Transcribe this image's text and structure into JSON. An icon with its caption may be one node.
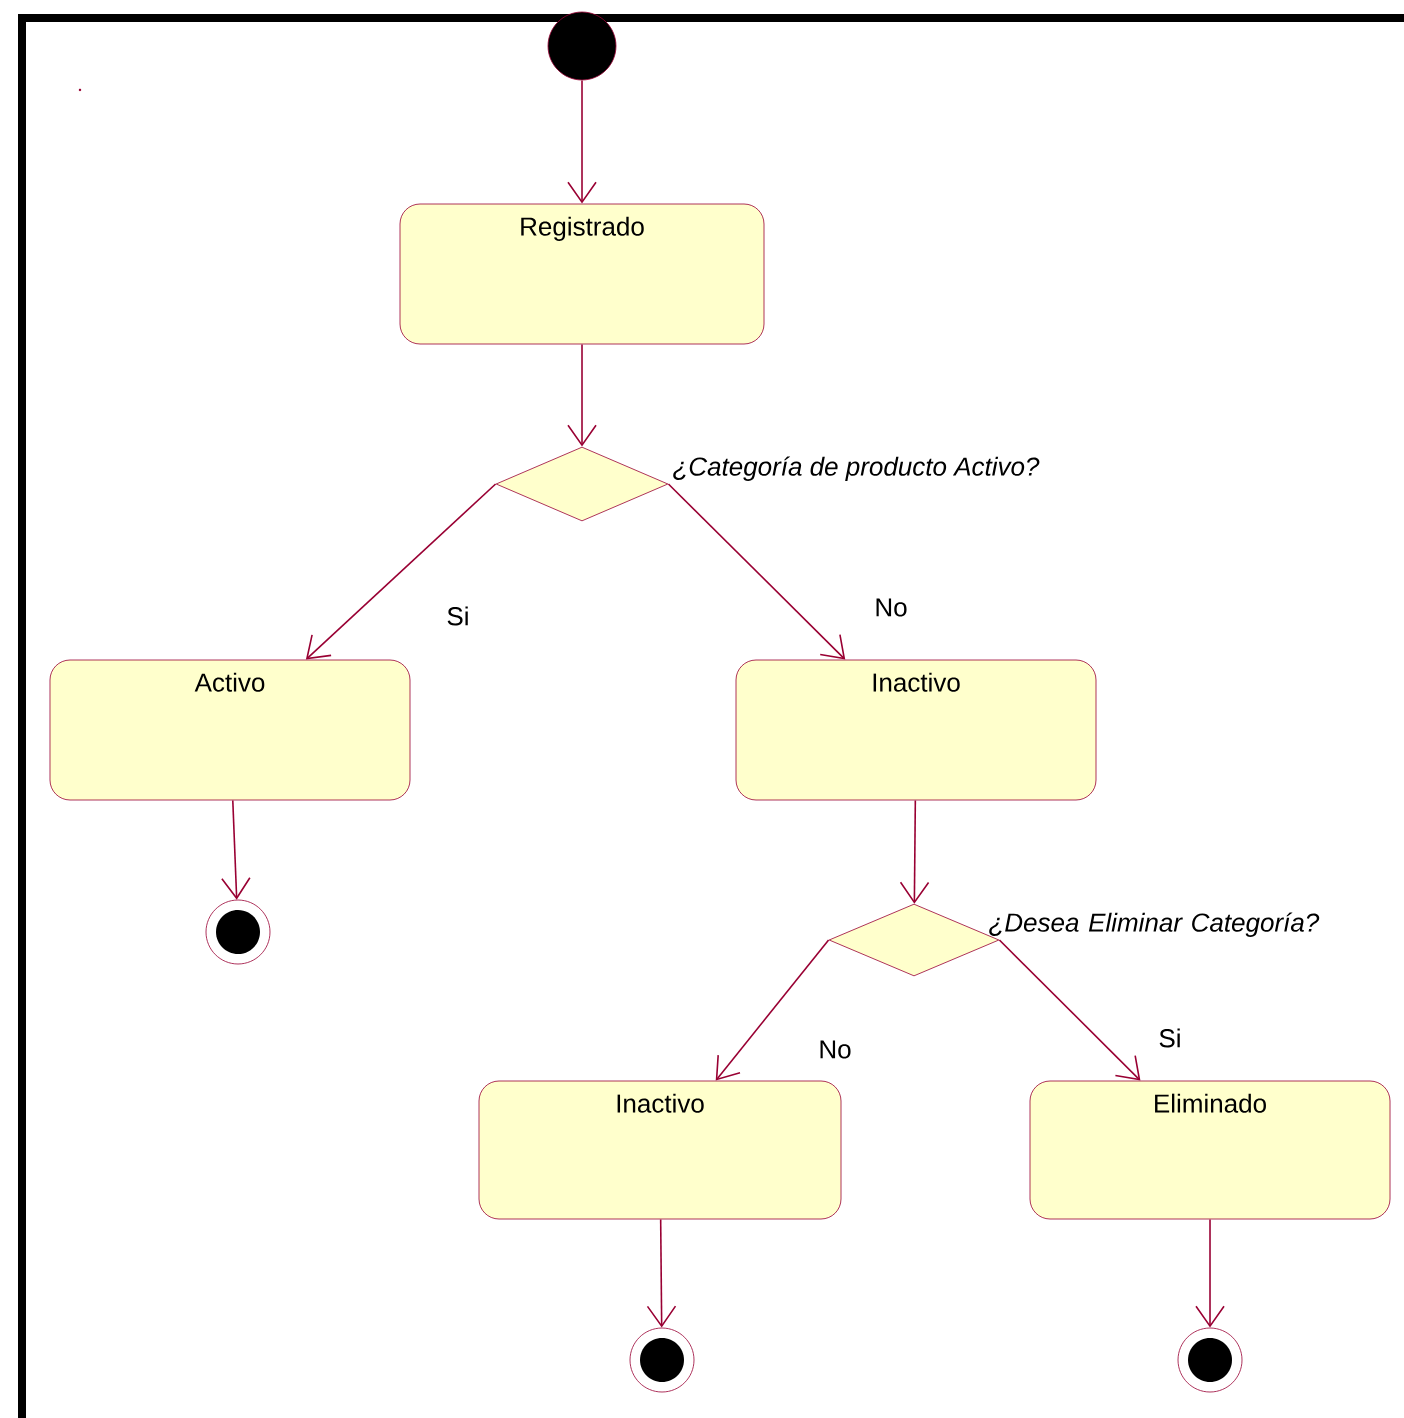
{
  "diagram": {
    "nodes": [
      {
        "text": [],
        "shape": "circle"
      },
      {
        "text": [
          "Registrado"
        ]
      },
      {
        "text": [],
        "shape": "diamond",
        "beside": [
          "¿Categoría de producto Activo?"
        ]
      },
      {
        "text": [
          "Activo"
        ]
      },
      {
        "text": [
          "Inactivo"
        ]
      },
      {
        "text": [],
        "shape": "bullseye"
      },
      {
        "text": [],
        "shape": "diamond",
        "beside": [
          "¿Desea Eliminar Categoría?"
        ]
      },
      {
        "text": [
          "Inactivo"
        ]
      },
      {
        "text": [
          "Eliminado"
        ]
      },
      {
        "text": [],
        "shape": "bullseye"
      },
      {
        "text": [],
        "shape": "bullseye"
      }
    ],
    "edges": [
      {
        "from": 0,
        "to": 1,
        "arrow": "to"
      },
      {
        "from": 1,
        "to": 2,
        "arrow": "to"
      },
      {
        "from": 2,
        "to": 3,
        "arrow": "to",
        "label": "Si"
      },
      {
        "from": 2,
        "to": 4,
        "arrow": "to",
        "label": "No"
      },
      {
        "from": 3,
        "to": 5,
        "arrow": "to"
      },
      {
        "from": 4,
        "to": 6,
        "arrow": "to"
      },
      {
        "from": 6,
        "to": 7,
        "arrow": "to",
        "label": "No"
      },
      {
        "from": 6,
        "to": 8,
        "arrow": "to",
        "label": "Si"
      },
      {
        "from": 7,
        "to": 9,
        "arrow": "to"
      },
      {
        "from": 8,
        "to": 10,
        "arrow": "to"
      }
    ]
  }
}
